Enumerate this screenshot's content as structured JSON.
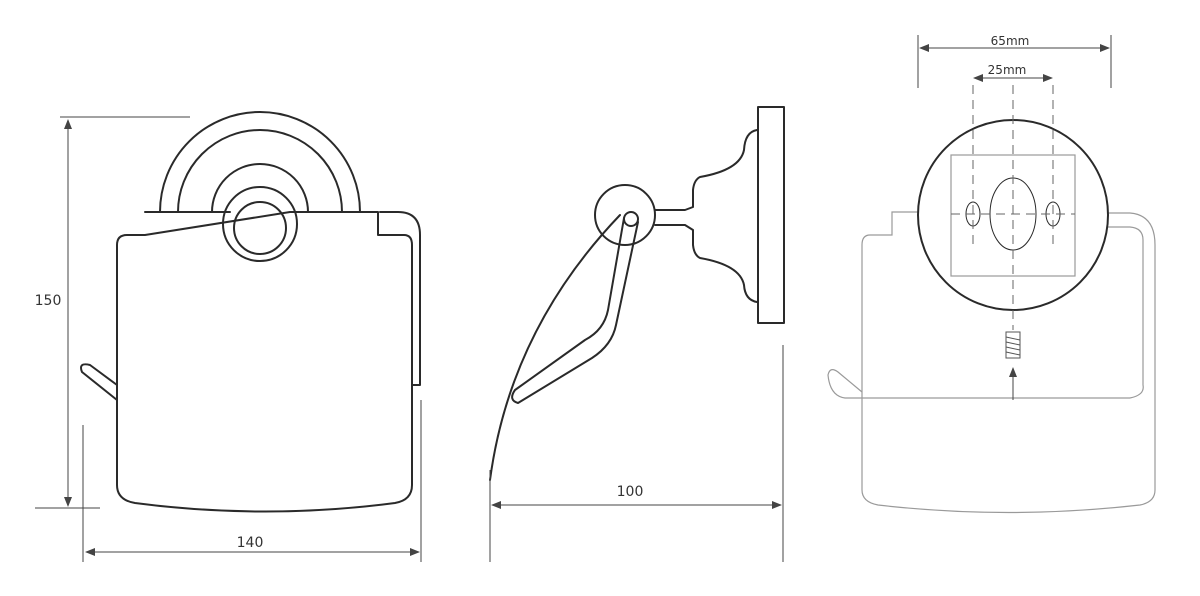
{
  "front_view": {
    "height_label": "150",
    "width_label": "140"
  },
  "side_view": {
    "depth_label": "100"
  },
  "back_view": {
    "outer_spacing_label": "65mm",
    "inner_spacing_label": "25mm"
  },
  "colors": {
    "line": "#2a2a2a",
    "faint": "#9a9a9a",
    "text": "#333333"
  }
}
